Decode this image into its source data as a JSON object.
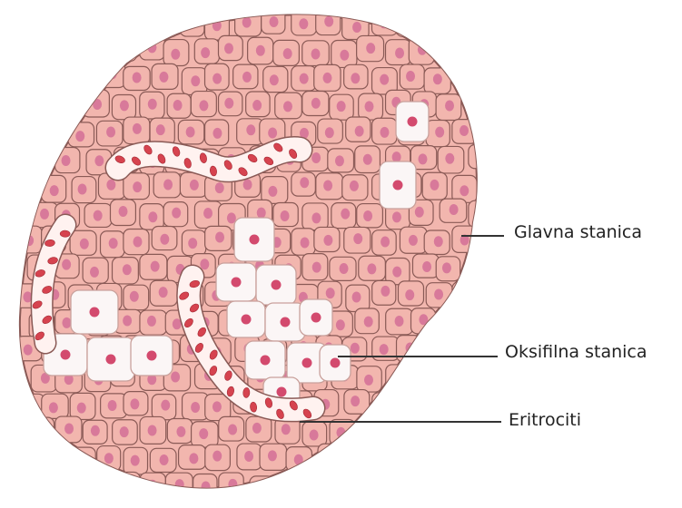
{
  "labels": {
    "chief_cell": "Glavna stanica",
    "oxyphil_cell": "Oksifilna stanica",
    "erythrocytes": "Eritrociti"
  },
  "colors": {
    "chief_cell_fill": "#f2b6ae",
    "chief_cell_edge": "#8a5a56",
    "chief_nucleus": "#d8799a",
    "oxyphil_cell_fill": "#fbf6f6",
    "oxyphil_nucleus": "#d34a6e",
    "capillary_fill": "#fff2f0",
    "erythrocyte": "#d6434f",
    "leader_line": "#333333"
  }
}
